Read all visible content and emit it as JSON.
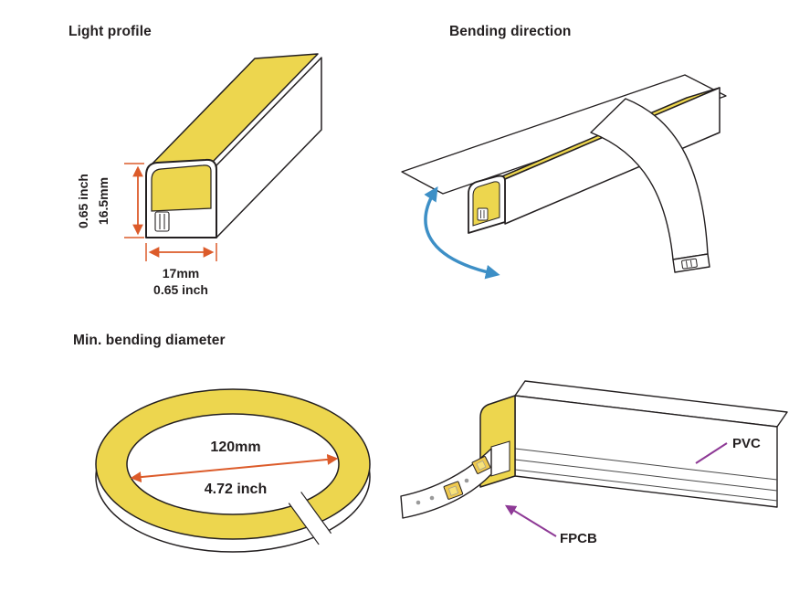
{
  "colors": {
    "yellow": "#EDD64E",
    "outline": "#231F20",
    "dim": "#DC5B2A",
    "blue": "#3D8FC6",
    "purple": "#8E3A96",
    "text": "#231F20"
  },
  "panels": {
    "light_profile": {
      "title": "Light profile",
      "height_inch": "0.65 inch",
      "height_mm": "16.5mm",
      "width_mm": "17mm",
      "width_inch": "0.65 inch"
    },
    "bending_direction": {
      "title": "Bending direction"
    },
    "min_bending_diameter": {
      "title": "Min. bending diameter",
      "diameter_mm": "120mm",
      "diameter_inch": "4.72 inch"
    },
    "structure": {
      "pvc": "PVC",
      "fpcb": "FPCB"
    }
  }
}
